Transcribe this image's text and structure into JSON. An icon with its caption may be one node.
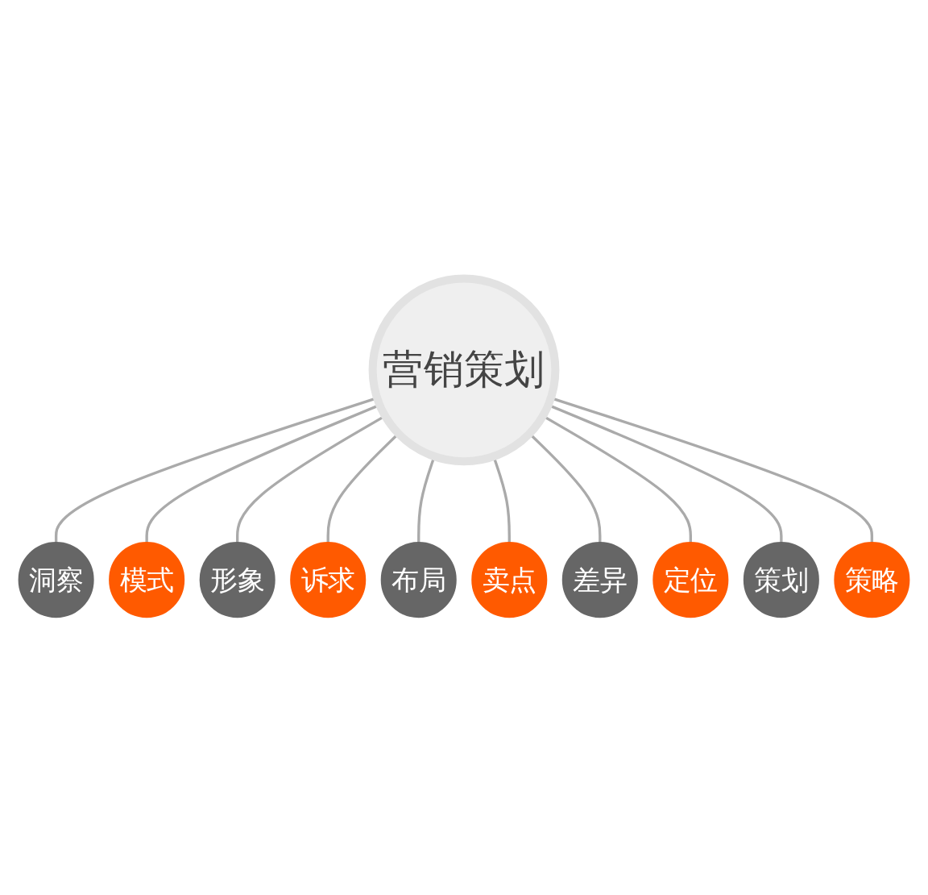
{
  "diagram": {
    "nodes": [
      {
        "text": [
          "营销策划"
        ]
      },
      {
        "text": [
          "洞察"
        ]
      },
      {
        "text": [
          "模式"
        ]
      },
      {
        "text": [
          "形象"
        ]
      },
      {
        "text": [
          "诉求"
        ]
      },
      {
        "text": [
          "布局"
        ]
      },
      {
        "text": [
          "卖点"
        ]
      },
      {
        "text": [
          "差异"
        ]
      },
      {
        "text": [
          "定位"
        ]
      },
      {
        "text": [
          "策划"
        ]
      },
      {
        "text": [
          "策略"
        ]
      }
    ],
    "edges": [
      {
        "from": 0,
        "to": 1,
        "arrow": "none"
      },
      {
        "from": 0,
        "to": 2,
        "arrow": "none"
      },
      {
        "from": 0,
        "to": 3,
        "arrow": "none"
      },
      {
        "from": 0,
        "to": 4,
        "arrow": "none"
      },
      {
        "from": 0,
        "to": 5,
        "arrow": "none"
      },
      {
        "from": 0,
        "to": 6,
        "arrow": "none"
      },
      {
        "from": 0,
        "to": 7,
        "arrow": "none"
      },
      {
        "from": 0,
        "to": 8,
        "arrow": "none"
      },
      {
        "from": 0,
        "to": 9,
        "arrow": "none"
      },
      {
        "from": 0,
        "to": 10,
        "arrow": "none"
      }
    ]
  }
}
